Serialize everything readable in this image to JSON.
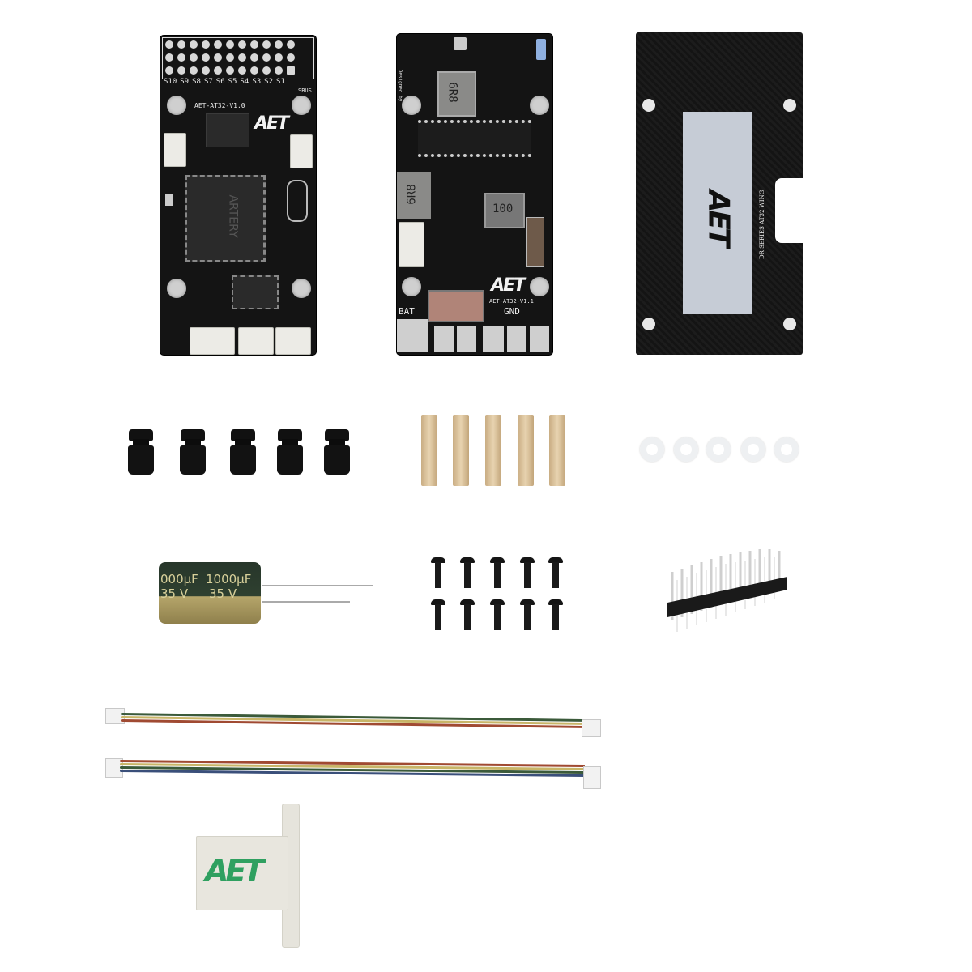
{
  "scene": {
    "description": "AET AT32 WING flight controller kit - product photo on white background",
    "background": "#ffffff"
  },
  "flight_controller": {
    "board_label": "AET-AT32-V1.0",
    "logo": "AET",
    "servo_labels": [
      "S10",
      "S9",
      "S8",
      "S7",
      "S6",
      "S5",
      "S4",
      "S3",
      "S2",
      "S1"
    ],
    "sbus_label": "SBUS",
    "mcu_brand": "ARTERY",
    "color": "#141414"
  },
  "power_board": {
    "board_label": "AET-AT32-V1.1",
    "logo": "AET",
    "bat_label": "BAT",
    "gnd_label": "GND",
    "inductor_1": "6R8",
    "inductor_2": "6R8",
    "inductor_3": "100",
    "designed_by": "Designed by"
  },
  "cover_plate": {
    "logo": "AET",
    "series_text": "DR SERIES AT32 WING",
    "label_color": "#c6ccd6",
    "plate_color": "#151515"
  },
  "accessories": {
    "grommets": {
      "count": 5,
      "color": "#111111"
    },
    "standoffs": {
      "count": 5,
      "color": "#d9bf96"
    },
    "washers": {
      "count": 5,
      "color": "#eef0f2"
    },
    "capacitor": {
      "text_1": "1000µF",
      "text_2": "35 V",
      "text_left_1": "000µF",
      "text_left_2": "35 V",
      "color": "#2a3a2a"
    },
    "screws": {
      "count": 10,
      "rows": 2,
      "color": "#151515"
    },
    "pin_header": {
      "description": "double-row male pin header"
    },
    "cables": {
      "count": 2,
      "wire_colors_1": [
        "#3b5a3a",
        "#c8b568",
        "#a04a32"
      ],
      "wire_colors_2": [
        "#a04a32",
        "#c8b568",
        "#3b5a3a",
        "#3a4f7a"
      ]
    },
    "mount_bracket": {
      "logo": "AET",
      "logo_color": "#2fa060"
    }
  }
}
